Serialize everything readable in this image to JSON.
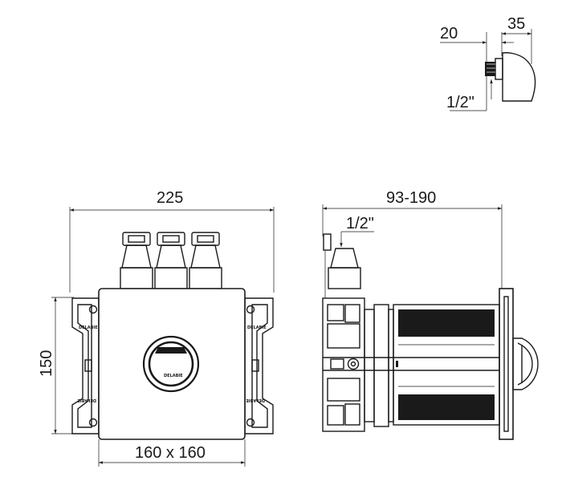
{
  "dimensions": {
    "nozzle_offset": "20",
    "nozzle_depth": "35",
    "nozzle_thread": "1/2\"",
    "overall_width": "225",
    "side_depth": "93-190",
    "side_thread": "1/2\"",
    "height": "150",
    "plate_size": "160 x 160"
  },
  "brand": {
    "logo_text": "DELABIE"
  }
}
